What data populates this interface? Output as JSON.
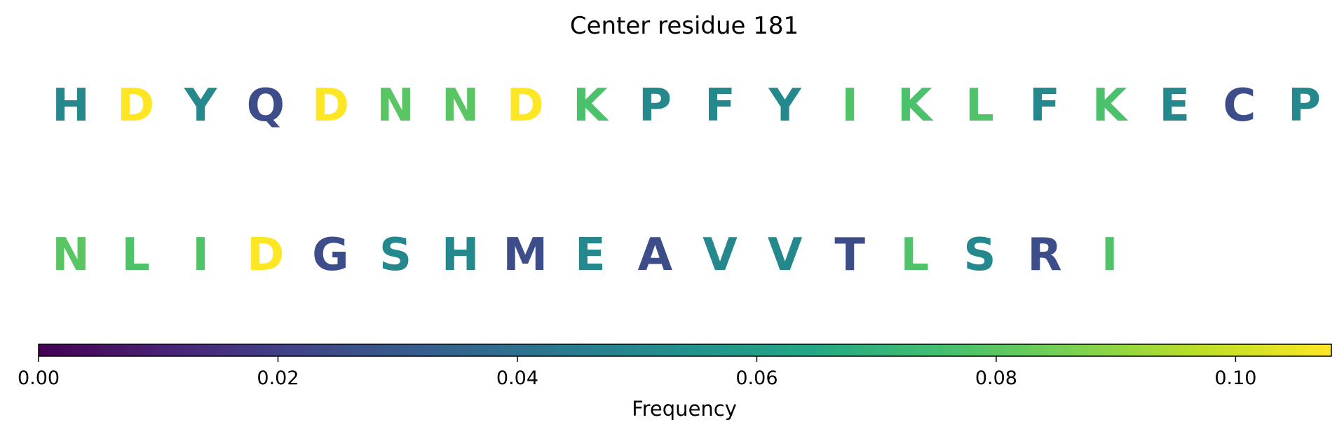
{
  "chart_data": {
    "type": "heatmap",
    "title": "Center residue 181",
    "rows": [
      {
        "residues": [
          "H",
          "D",
          "Y",
          "Q",
          "D",
          "N",
          "N",
          "D",
          "K",
          "P",
          "F",
          "Y",
          "I",
          "K",
          "L",
          "F",
          "K",
          "E",
          "C",
          "P"
        ],
        "frequencies": [
          0.05,
          0.108,
          0.05,
          0.025,
          0.108,
          0.08,
          0.08,
          0.108,
          0.077,
          0.05,
          0.05,
          0.05,
          0.078,
          0.077,
          0.078,
          0.05,
          0.077,
          0.05,
          0.025,
          0.05
        ]
      },
      {
        "residues": [
          "N",
          "L",
          "I",
          "D",
          "G",
          "S",
          "H",
          "M",
          "E",
          "A",
          "V",
          "V",
          "T",
          "L",
          "S",
          "R",
          "I"
        ],
        "frequencies": [
          0.08,
          0.078,
          0.078,
          0.108,
          0.025,
          0.05,
          0.05,
          0.025,
          0.05,
          0.025,
          0.05,
          0.05,
          0.025,
          0.078,
          0.05,
          0.025,
          0.078
        ]
      }
    ],
    "colorbar": {
      "colormap": "viridis",
      "min": 0.0,
      "max": 0.108,
      "ticks": [
        0.0,
        0.02,
        0.04,
        0.06,
        0.08,
        0.1
      ],
      "tick_labels": [
        "0.00",
        "0.02",
        "0.04",
        "0.06",
        "0.08",
        "0.10"
      ],
      "label": "Frequency"
    }
  }
}
